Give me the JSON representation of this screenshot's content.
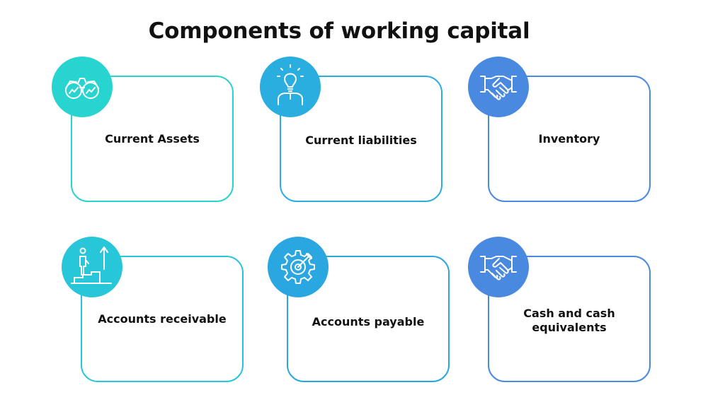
{
  "title": "Components of working capital",
  "cards": [
    {
      "label": "Current Assets",
      "icon": "binoculars-icon",
      "color": "#27d4cf"
    },
    {
      "label": "Current liabilities",
      "icon": "lightbulb-person-icon",
      "color": "#2aaee0"
    },
    {
      "label": "Inventory",
      "icon": "handshake-icon",
      "color": "#4a89e0"
    },
    {
      "label": "Accounts receivable",
      "icon": "growth-steps-icon",
      "color": "#27c6d9"
    },
    {
      "label": "Accounts payable",
      "icon": "gear-target-icon",
      "color": "#2aa7e0"
    },
    {
      "label": "Cash and cash\nequivalents",
      "icon": "handshake-icon",
      "color": "#4a89e0"
    }
  ]
}
